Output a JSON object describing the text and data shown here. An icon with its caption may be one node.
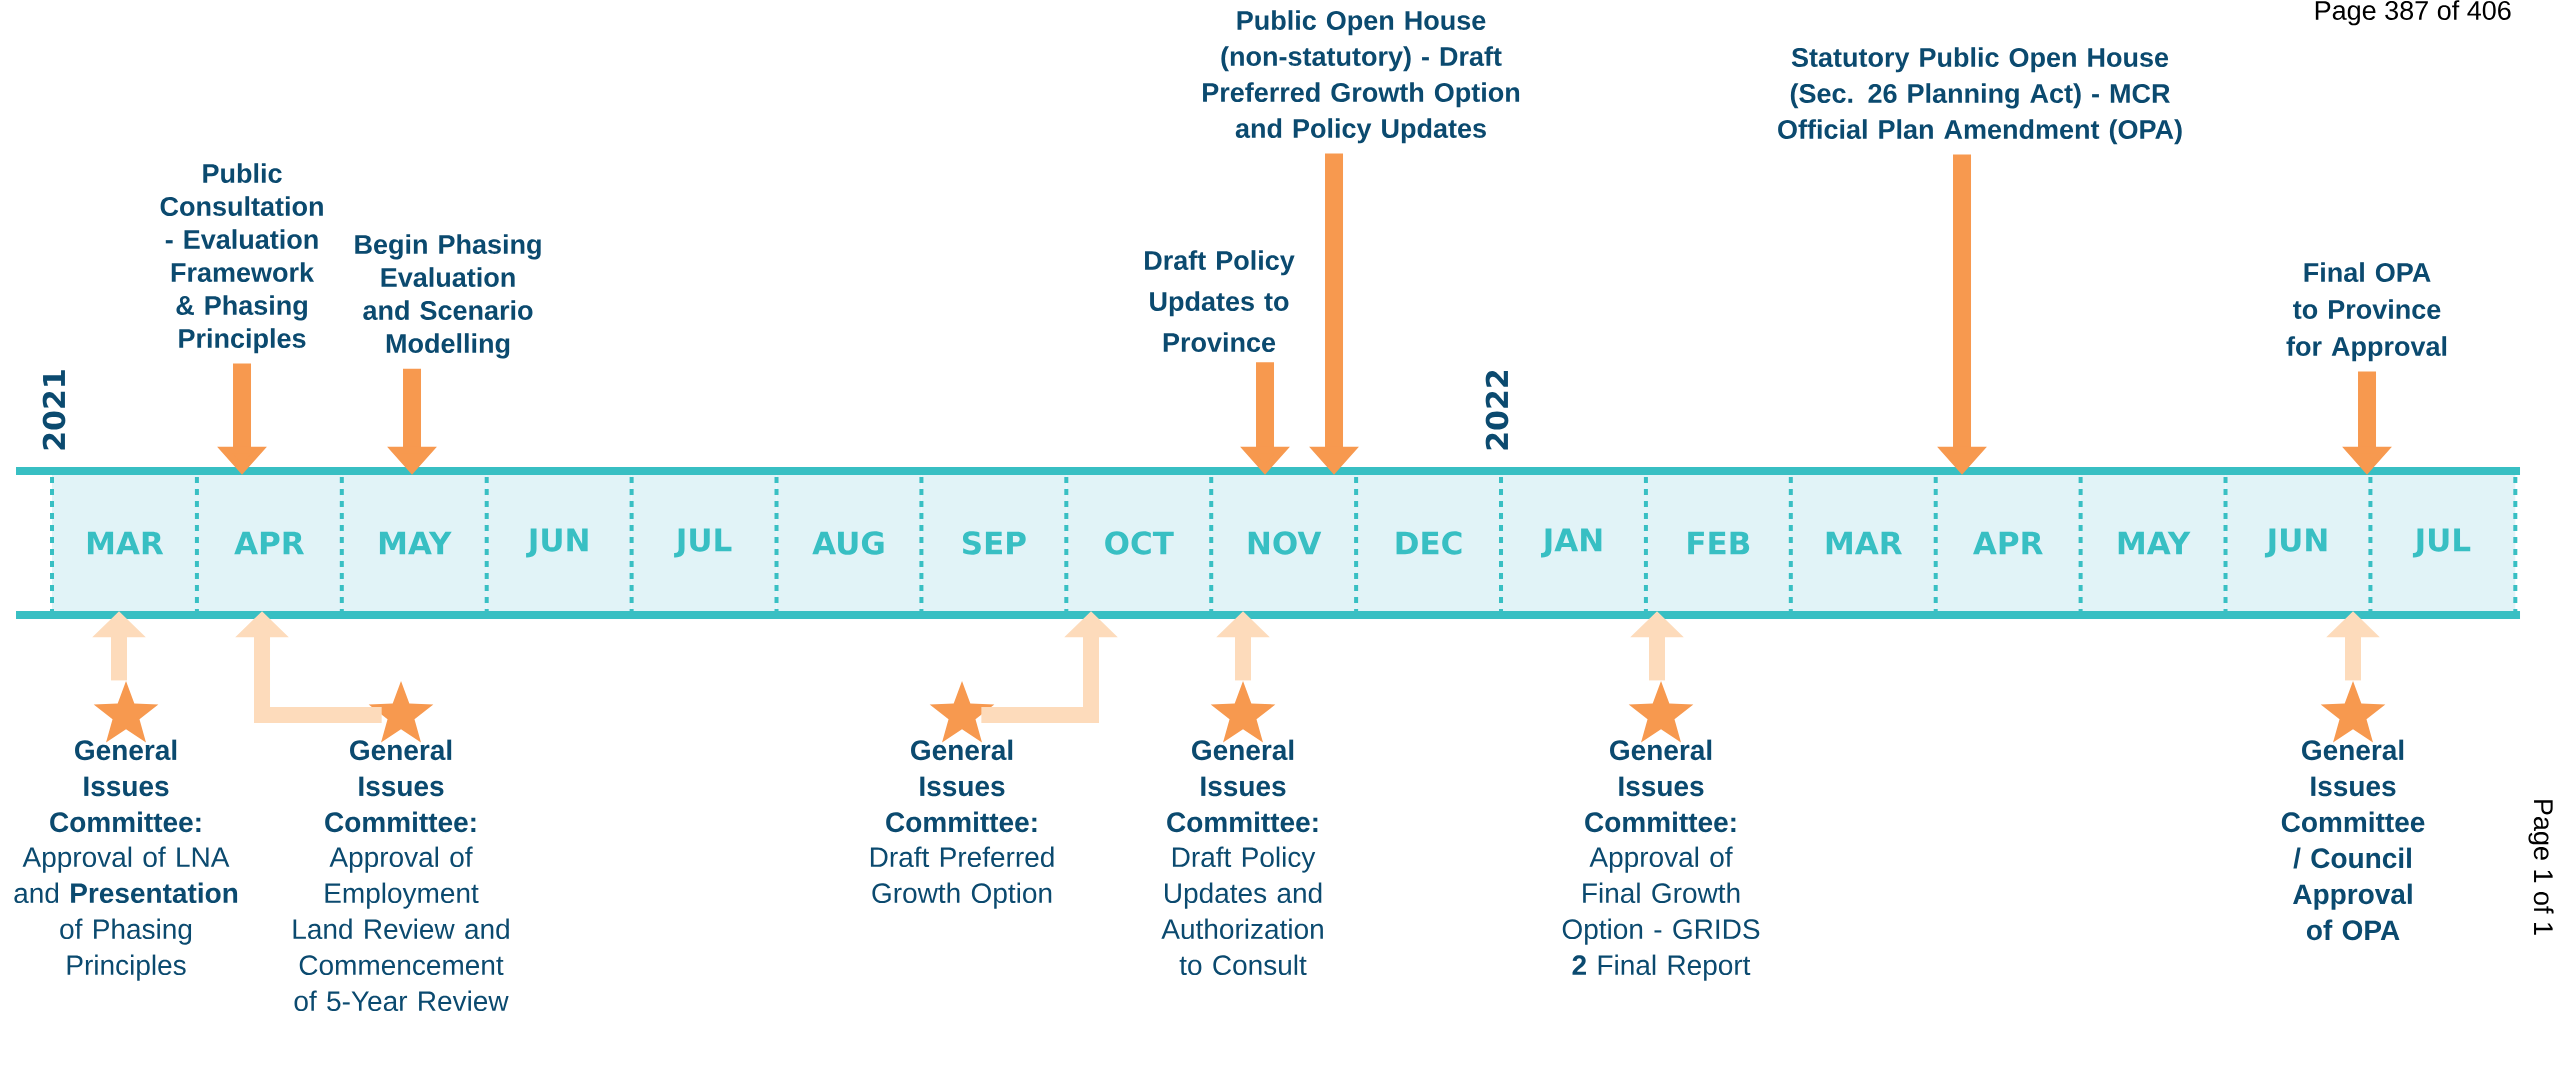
{
  "diagram": {
    "nodes": [
      {
        "text": [
          "Public Consultation - Evaluation Framework & Phasing Principles"
        ]
      },
      {
        "text": [
          "Begin Phasing Evaluation and Scenario Modelling"
        ]
      },
      {
        "text": [
          "Draft Policy Updates to Province"
        ]
      },
      {
        "text": [
          "Public Open House (non-statutory) - Draft Preferred Growth Option and Policy Updates"
        ]
      },
      {
        "text": [
          "Statutory Public Open House (Sec. 26 Planning Act) - MCR Official Plan Amendment (OPA)"
        ]
      },
      {
        "text": [
          "Final OPA to Province for Approval"
        ]
      },
      {
        "text": [
          "MAR"
        ]
      },
      {
        "text": [
          "APR"
        ]
      },
      {
        "text": [
          "MAY"
        ]
      },
      {
        "text": [
          "JUN"
        ]
      },
      {
        "text": [
          "JUL"
        ]
      },
      {
        "text": [
          "AUG"
        ]
      },
      {
        "text": [
          "SEP"
        ]
      },
      {
        "text": [
          "OCT"
        ]
      },
      {
        "text": [
          "NOV"
        ]
      },
      {
        "text": [
          "DEC"
        ]
      },
      {
        "text": [
          "JAN"
        ]
      },
      {
        "text": [
          "FEB"
        ]
      },
      {
        "text": [
          "MAR"
        ]
      },
      {
        "text": [
          "APR"
        ]
      },
      {
        "text": [
          "MAY"
        ]
      },
      {
        "text": [
          "JUN"
        ]
      },
      {
        "text": [
          "JUL"
        ]
      },
      {
        "text": [],
        "shape": "star",
        "beside": [
          "General Issues Committee:",
          "Approval of LNA and **Presentation** of Phasing Principles"
        ]
      },
      {
        "text": [],
        "shape": "star",
        "beside": [
          "General Issues Committee:",
          "Approval of Employment Land Review and Commencement of 5-Year Review"
        ]
      },
      {
        "text": [],
        "shape": "star",
        "beside": [
          "General Issues Committee:",
          "Draft Preferred Growth Option"
        ]
      },
      {
        "text": [],
        "shape": "star",
        "beside": [
          "General Issues Committee:",
          "Draft Policy Updates and Authorization to Consult"
        ]
      },
      {
        "text": [],
        "shape": "star",
        "beside": [
          "General Issues Committee:",
          "Approval of Final Growth Option - GRIDS **2** Final Report"
        ]
      },
      {
        "text": [],
        "shape": "star",
        "beside": [
          "General Issues Committee / Council Approval of OPA"
        ]
      }
    ],
    "edges": [
      {
        "from": 0,
        "to": 7,
        "arrow": "to"
      },
      {
        "from": 1,
        "to": 8,
        "arrow": "to"
      },
      {
        "from": 2,
        "to": 14,
        "arrow": "to"
      },
      {
        "from": 3,
        "to": 14,
        "arrow": "to"
      },
      {
        "from": 4,
        "to": 19,
        "arrow": "to"
      },
      {
        "from": 5,
        "to": 21,
        "arrow": "to"
      },
      {
        "from": 23,
        "to": 6,
        "arrow": "to",
        "color": "#fddbbb"
      },
      {
        "from": 24,
        "to": 7,
        "arrow": "to",
        "color": "#fddbbb"
      },
      {
        "from": 25,
        "to": 13,
        "arrow": "to",
        "color": "#fddbbb"
      },
      {
        "from": 26,
        "to": 14,
        "arrow": "to",
        "color": "#fddbbb"
      },
      {
        "from": 27,
        "to": 17,
        "arrow": "to",
        "color": "#fddbbb"
      },
      {
        "from": 28,
        "to": 21,
        "arrow": "to",
        "color": "#fddbbb"
      }
    ],
    "labels": [
      "Page 387 of 406",
      "2021",
      "2022",
      "Page 1 of 1"
    ]
  }
}
